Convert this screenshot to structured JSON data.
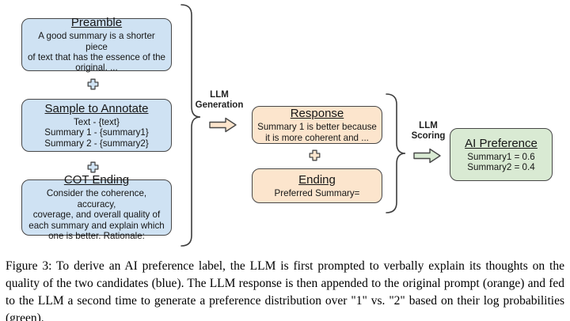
{
  "colors": {
    "blue_fill": "#cfe2f3",
    "orange_fill": "#fce5cd",
    "green_fill": "#d9ead3",
    "border": "#474747"
  },
  "prompt": {
    "boxes": [
      {
        "title": "Preamble",
        "body": "A good summary is a shorter piece\nof text that has the essence of the\noriginal. ..."
      },
      {
        "title": "Sample to Annotate",
        "body": "Text - {text}\nSummary 1 - {summary1}\nSummary 2 - {summary2}"
      },
      {
        "title": "COT Ending",
        "body": "Consider the coherence, accuracy,\ncoverage, and overall quality of\neach summary and explain which\none is better. Rationale:"
      }
    ]
  },
  "generation": {
    "label": "LLM\nGeneration"
  },
  "llm_output": {
    "boxes": [
      {
        "title": "Response",
        "body": "Summary 1 is better because\nit is more coherent and ..."
      },
      {
        "title": "Ending",
        "body": "Preferred Summary="
      }
    ]
  },
  "scoring": {
    "label": "LLM\nScoring"
  },
  "result": {
    "title": "AI Preference",
    "body": "Summary1 = 0.6\nSummary2 = 0.4"
  },
  "figure": {
    "caption": "Figure 3: To derive an AI preference label, the LLM is first prompted to verbally explain its thoughts on the quality of the two candidates (blue). The LLM response is then appended to the original prompt (orange) and fed to the LLM a second time to generate a preference distribution over \"1\" vs. \"2\" based on their log probabilities (green)."
  }
}
